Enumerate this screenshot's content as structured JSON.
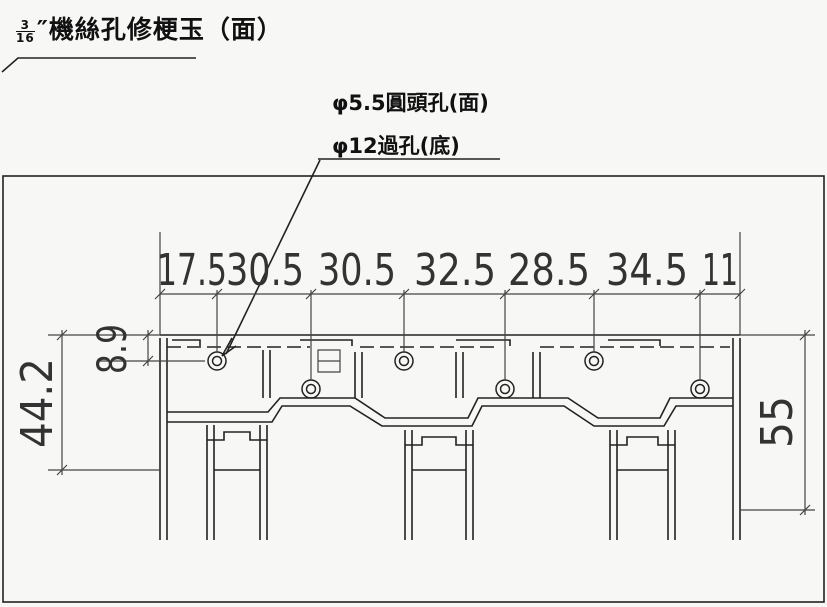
{
  "title": {
    "fraction_num": "3",
    "fraction_den": "16",
    "text": "″機絲孔修梗玉（面）"
  },
  "notes": {
    "hole_top": "φ5.5圓頭孔(面)",
    "hole_bottom": "φ12過孔(底)"
  },
  "dimensions": {
    "top": [
      "17.5",
      "30.5",
      "30.5",
      "32.5",
      "28.5",
      "34.5",
      "11"
    ],
    "left_outer": "44.2",
    "left_inner": "8.9",
    "right": "55"
  },
  "colors": {
    "line": "#222222",
    "dim": "#444444",
    "background": "#f7f7f5"
  }
}
